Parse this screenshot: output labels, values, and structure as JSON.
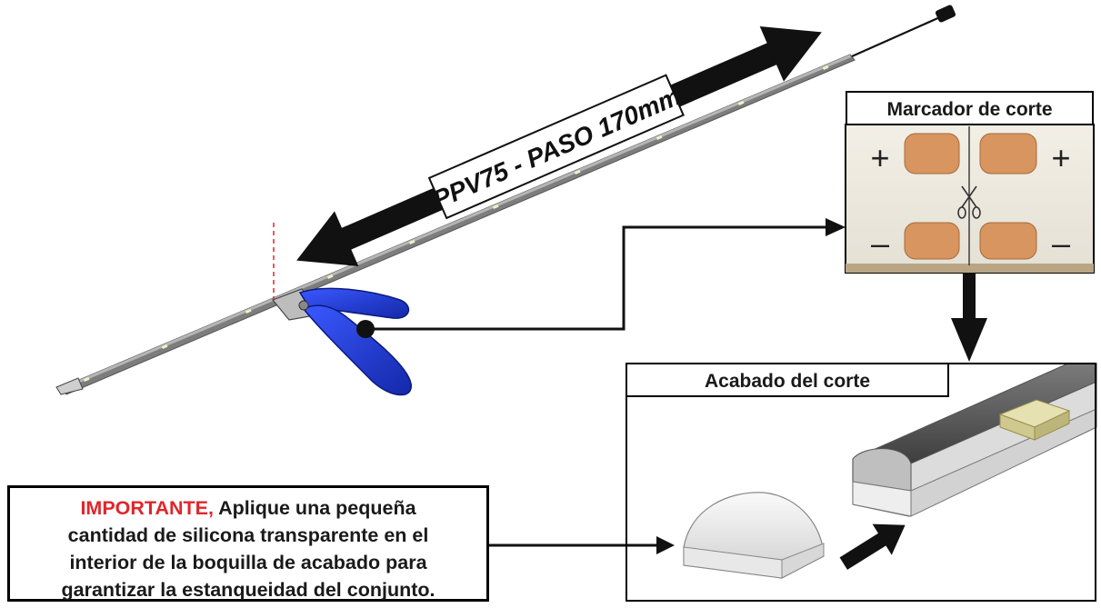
{
  "strip_label": "PPV75 - PASO 170mm",
  "marcador": {
    "title": "Marcador de corte",
    "plus_symbol": "+",
    "minus_symbol": "–"
  },
  "acabado": {
    "title": "Acabado del corte"
  },
  "important": {
    "highlight": "IMPORTANTE,",
    "text_line1": " Aplique una pequeña",
    "text_line2": "cantidad de silicona transparente en el",
    "text_line3": "interior de la boquilla de acabado para",
    "text_line4": "garantizar la estanqueidad del conjunto."
  },
  "colors": {
    "highlight_red": "#e0262b",
    "plier_blue": "#1f3fd6",
    "copper_pad": "#d9955f",
    "strip_gray": "#8a8a8a",
    "cap_yellow": "#e6e1b0"
  }
}
